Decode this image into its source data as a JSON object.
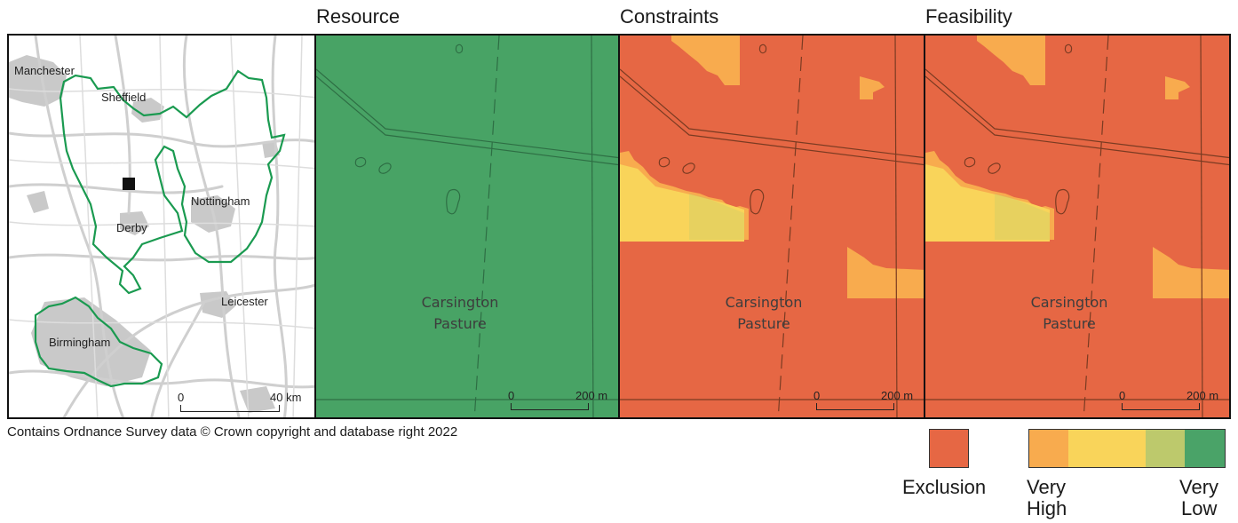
{
  "titles": {
    "resource": "Resource",
    "constraints": "Constraints",
    "feasibility": "Feasibility"
  },
  "overview_map": {
    "cities": [
      "Manchester",
      "Sheffield",
      "Nottingham",
      "Derby",
      "Leicester",
      "Birmingham"
    ],
    "scale": {
      "start": "0",
      "end": "40 km"
    },
    "boundary_color": "#1a9a50",
    "site_marker_color": "#111111"
  },
  "site_label": {
    "line1": "Carsington",
    "line2": "Pasture"
  },
  "panel_scale": {
    "start": "0",
    "end": "200 m"
  },
  "credit": "Contains Ordnance Survey data © Crown copyright and database right 2022",
  "colors": {
    "resource_green": "#48a365",
    "exclusion": "#e66744",
    "very_high": "#f8ab4e",
    "high": "#f9d45a",
    "medium_low": "#bdc96c",
    "very_low": "#4aa368"
  },
  "legend": {
    "exclusion": "Exclusion",
    "very_high": {
      "line1": "Very",
      "line2": "High"
    },
    "very_low": {
      "line1": "Very",
      "line2": "Low"
    }
  }
}
